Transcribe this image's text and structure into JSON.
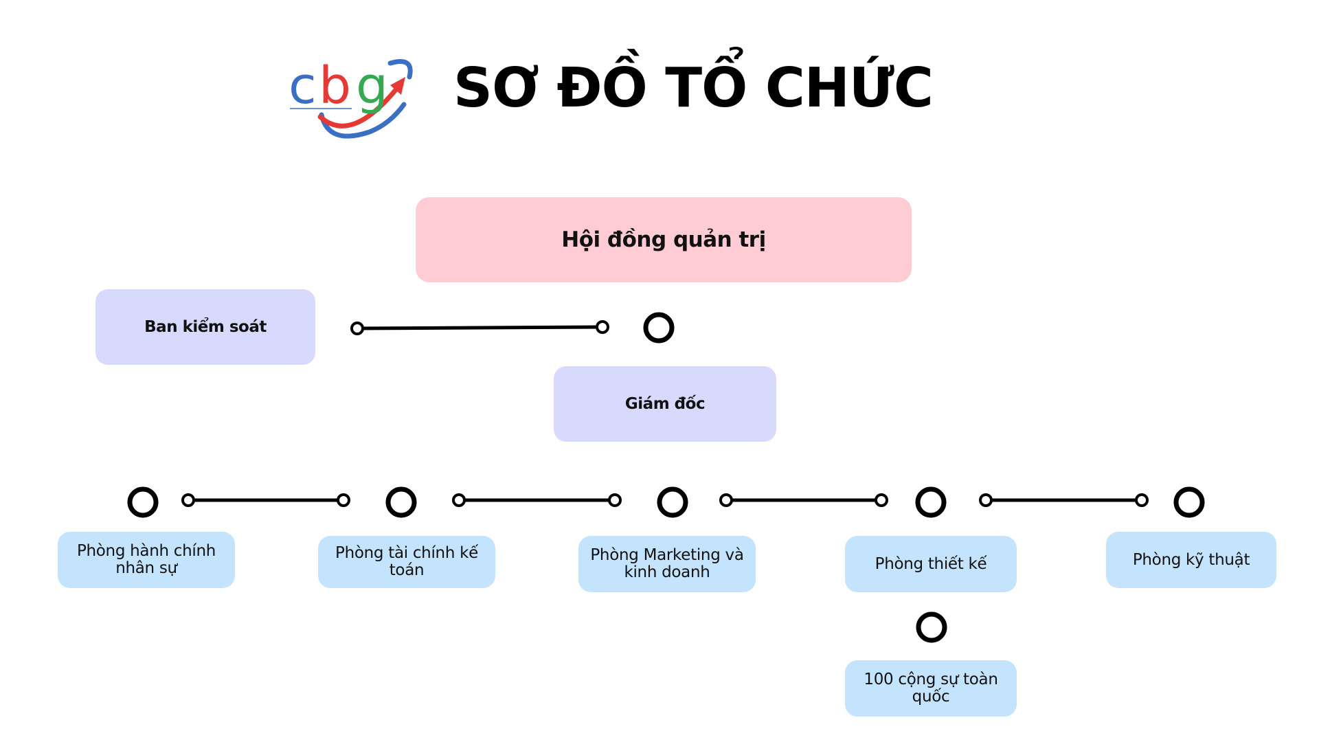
{
  "header": {
    "title": "SƠ ĐỒ TỔ CHỨC",
    "logo_text": "cbg",
    "logo_colors": {
      "c": "#3b6fc4",
      "b": "#e53935",
      "g": "#34a853",
      "arrow": "#e53935",
      "swoosh": "#3b6fc4"
    }
  },
  "nodes": {
    "board": "Hội đồng quản trị",
    "control": "Ban kiểm soát",
    "director": "Giám đốc",
    "departments": [
      "Phòng hành chính nhân sự",
      "Phòng tài chính kế toán",
      "Phòng Marketing và kinh doanh",
      "Phòng thiết kế",
      "Phòng kỹ thuật"
    ],
    "sub_department": "100 cộng sự toàn quốc"
  },
  "colors": {
    "board_fill": "#ffccd3",
    "management_fill": "#d8dafd",
    "department_fill": "#c4e3fd",
    "connector": "#000000"
  },
  "icons": [
    "cbg-logo",
    "node-circle-icon",
    "connector-line"
  ]
}
